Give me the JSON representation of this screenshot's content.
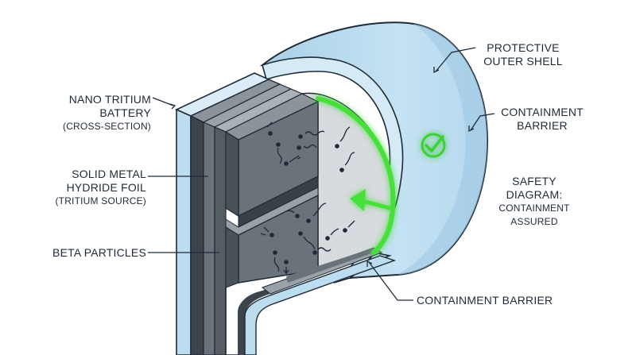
{
  "labels": {
    "battery": {
      "line1": "NANO TRITIUM",
      "line2": "BATTERY",
      "line3": "(CROSS-SECTION)"
    },
    "foil": {
      "line1": "SOLID METAL",
      "line2": "HYDRIDE FOIL",
      "line3": "(TRITIUM SOURCE)"
    },
    "beta": {
      "line1": "BETA PARTICLES"
    },
    "shell": {
      "line1": "PROTECTIVE",
      "line2": "OUTER SHELL"
    },
    "barrier_right": {
      "line1": "CONTAINMENT",
      "line2": "BARRIER"
    },
    "safety": {
      "line1": "SAFETY",
      "line2": "DIAGRAM:",
      "line3": "CONTAINMENT",
      "line4": "ASSURED"
    },
    "barrier_bottom": {
      "line1": "CONTAINMENT BARRIER"
    }
  },
  "colors": {
    "shell_fill": "#bcdcef",
    "shell_dark": "#8fbfdc",
    "outline": "#1f2a36",
    "plate": "#5b636b",
    "plate_light": "#8c949b",
    "chamber": "#d7dade",
    "glow": "#47e03a",
    "check": "#3fcf3a"
  },
  "icons": [
    "check-circle-icon",
    "glow-arrow-icon",
    "beta-particle-icon"
  ]
}
